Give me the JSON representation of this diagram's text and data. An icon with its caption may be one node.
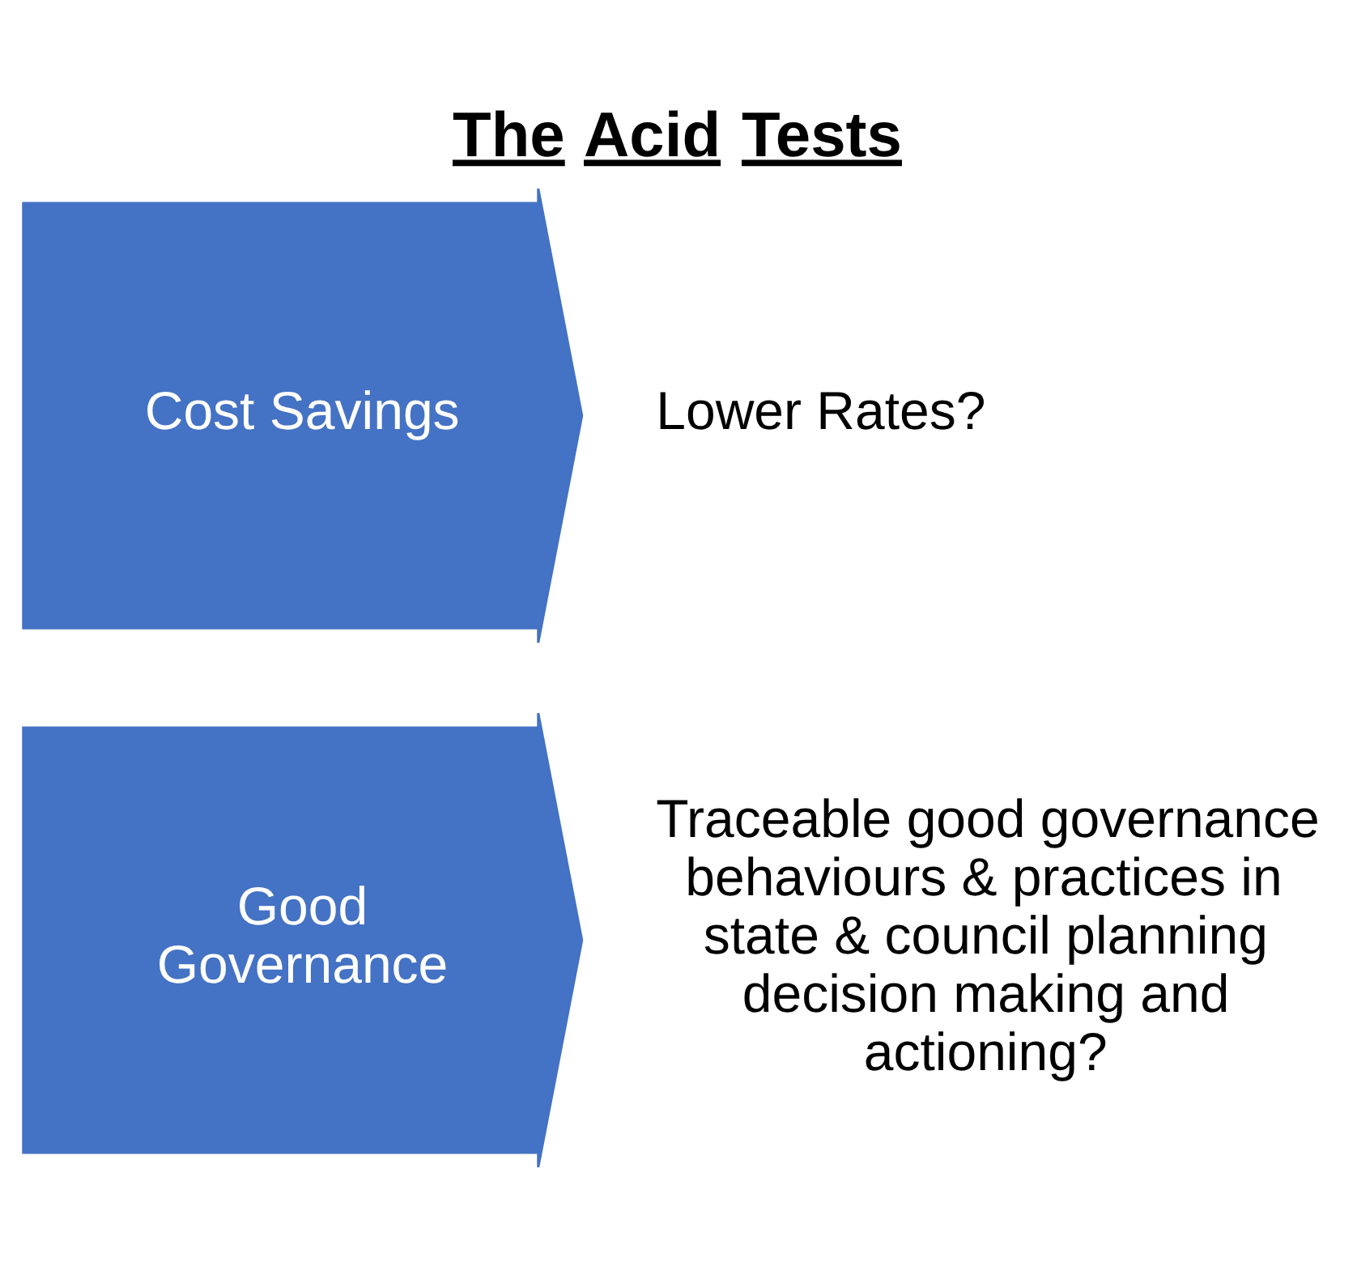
{
  "diagram": {
    "title": "The Acid Tests",
    "nodes": [
      {
        "text": [
          "Cost Savings"
        ],
        "beside": [
          "Lower Rates?"
        ]
      },
      {
        "text": [
          "Good Governance"
        ],
        "beside": [
          "Traceable good governance behaviours & practices in state & council planning decision making and actioning?"
        ]
      }
    ]
  }
}
